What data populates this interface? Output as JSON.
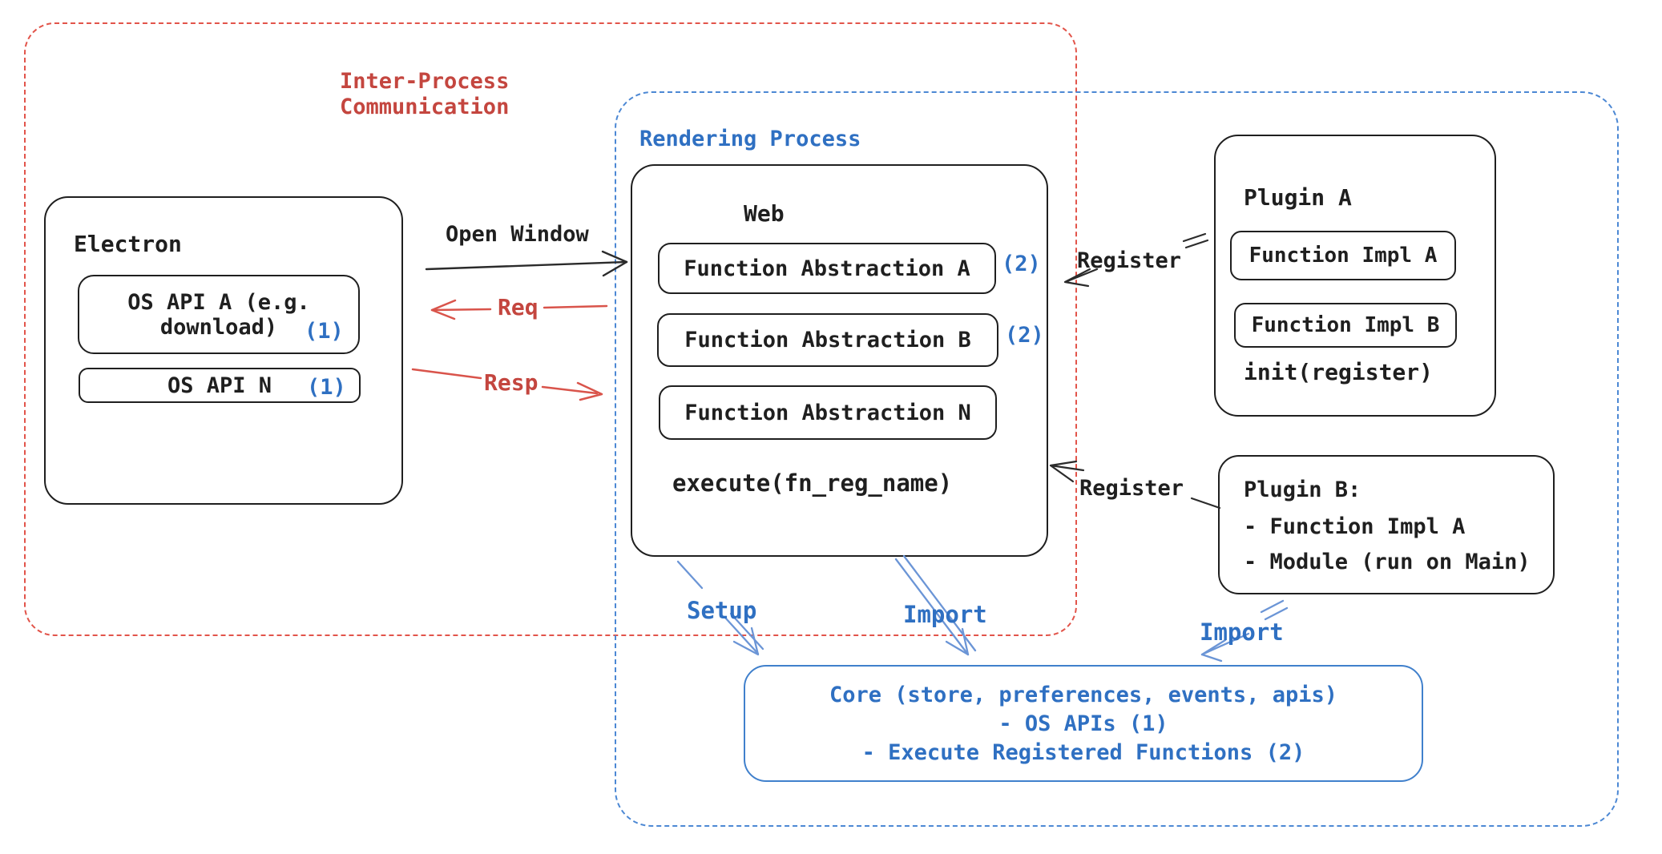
{
  "colors": {
    "ink": "#1f1f1f",
    "red_text": "#c4463f",
    "red_line": "#d9544b",
    "red_dash": "#e2544a",
    "blue_text": "#2f70c2",
    "blue_dash": "#4c88d4",
    "blue_arrow": "#6b95d6",
    "core_border": "#4080cc"
  },
  "frames": {
    "ipc": {
      "label_line1": "Inter-Process",
      "label_line2": "Communication"
    },
    "rendering": {
      "label": "Rendering Process"
    }
  },
  "electron": {
    "title": "Electron",
    "api_a_line1": "OS API A (e.g.",
    "api_a_line2": "download)",
    "api_a_ref": "(1)",
    "api_n": "OS API N",
    "api_n_ref": "(1)"
  },
  "web": {
    "title": "Web",
    "fn_a": "Function Abstraction A",
    "fn_a_ref": "(2)",
    "fn_b": "Function Abstraction B",
    "fn_b_ref": "(2)",
    "fn_n": "Function Abstraction N",
    "execute": "execute(fn_reg_name)"
  },
  "plugin_a": {
    "title": "Plugin A",
    "impl_a": "Function Impl A",
    "impl_b": "Function Impl B",
    "init": "init(register)"
  },
  "plugin_b": {
    "title": "Plugin B:",
    "item1": "- Function Impl A",
    "item2": "- Module (run on Main)"
  },
  "core": {
    "line1": "Core (store, preferences, events, apis)",
    "line2": "- OS APIs (1)",
    "line3": "- Execute Registered Functions (2)"
  },
  "arrows": {
    "open_window": "Open Window",
    "req": "Req",
    "resp": "Resp",
    "register_a": "Register",
    "register_b": "Register",
    "setup": "Setup",
    "import_web": "Import",
    "import_plugin": "Import"
  }
}
